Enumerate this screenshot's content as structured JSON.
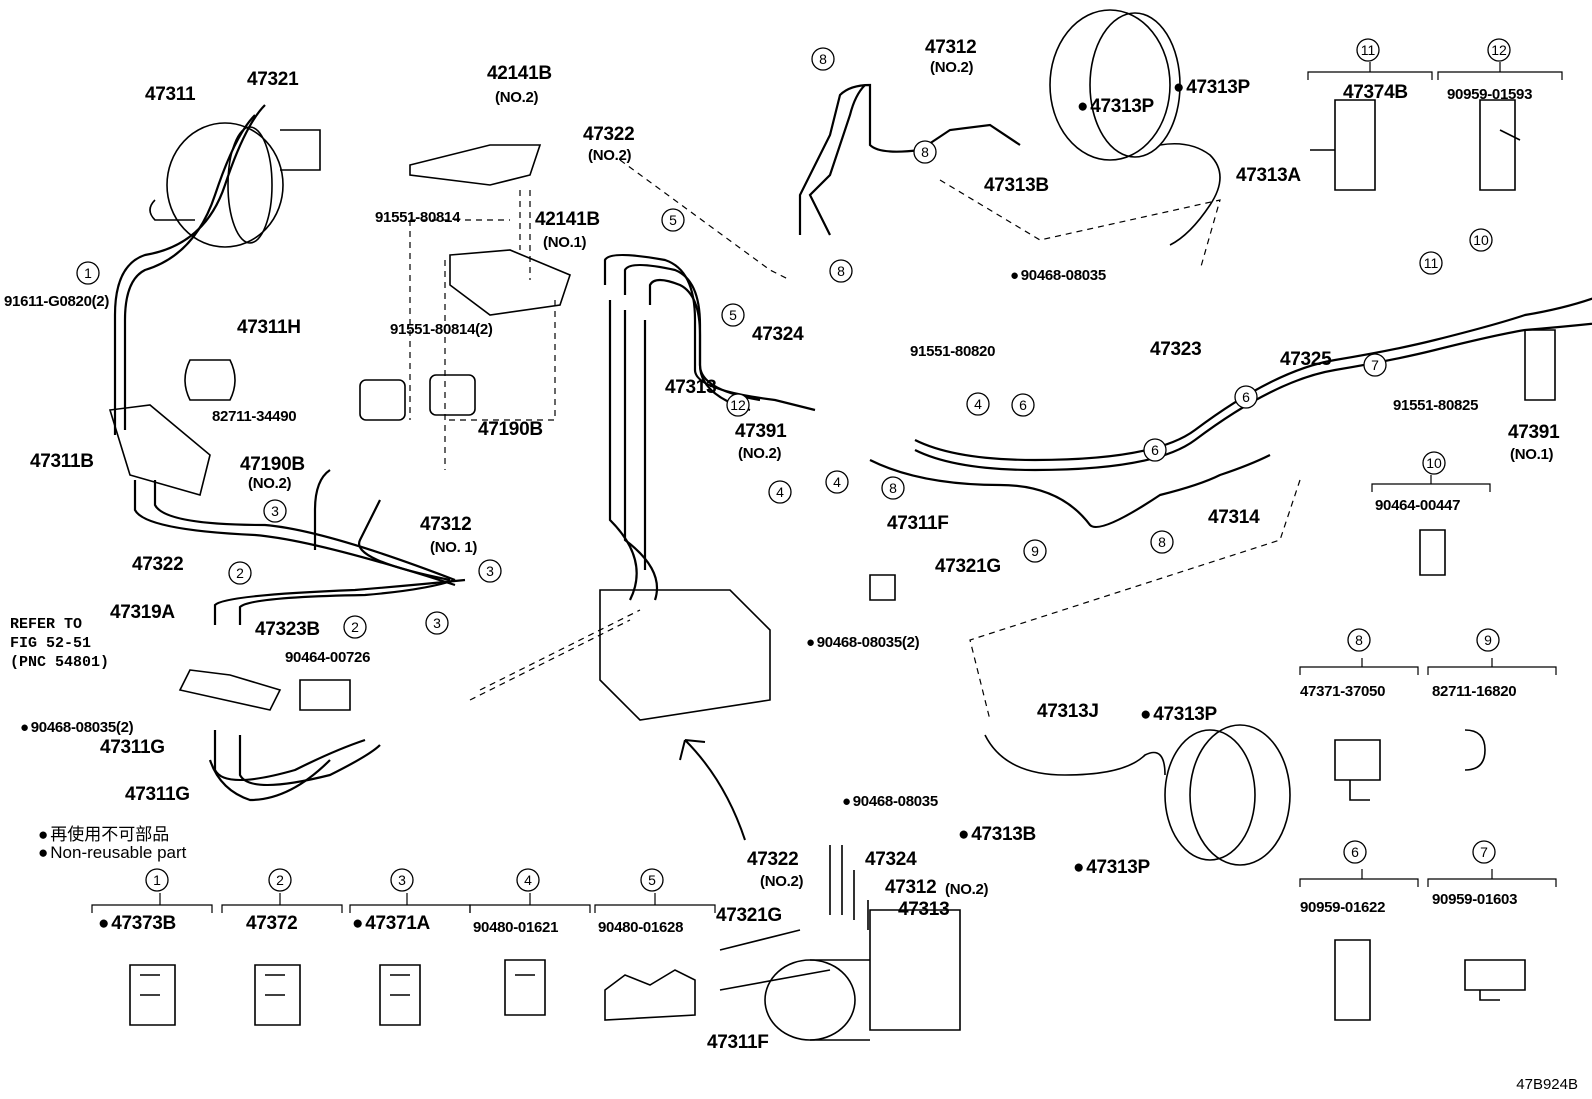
{
  "labels": {
    "l47311": "47311",
    "l47321": "47321",
    "l42141b_2": "42141B",
    "l42141b_2_sub": "(NO.2)",
    "l91551_80814": "91551-80814",
    "l42141b_1": "42141B",
    "l42141b_1_sub": "(NO.1)",
    "l91611": "91611-G0820(2)",
    "l47311h": "47311H",
    "l82711_34490": "82711-34490",
    "l91551_80814_2": "91551-80814(2)",
    "l47190b_2": "47190B",
    "l47190b_2_sub": "(NO.2)",
    "l47190b": "47190B",
    "l47311b": "47311B",
    "l47322_left": "47322",
    "l47312_no1": "47312",
    "l47312_no1_sub": "(NO. 1)",
    "l47319a": "47319A",
    "l47323b": "47323B",
    "l90464_00726": "90464-00726",
    "l90468_2_left": "90468-08035(2)",
    "l47311g_a": "47311G",
    "l47311g_b": "47311G",
    "l47322_no2": "47322",
    "l47322_no2_sub": "(NO.2)",
    "l47324": "47324",
    "l47313": "47313",
    "l47391_no2": "47391",
    "l47391_no2_sub": "(NO.2)",
    "l91551_80820": "91551-80820",
    "l47312_no2": "47312",
    "l47312_no2_sub": "(NO.2)",
    "l47313p_a": "47313P",
    "l47313p_b": "47313P",
    "l47313b_top": "47313B",
    "l47313a": "47313A",
    "l90468_top": "90468-08035",
    "l47374b": "47374B",
    "l90959_01593": "90959-01593",
    "l47323": "47323",
    "l47325": "47325",
    "l91551_80825": "91551-80825",
    "l47391_no1": "47391",
    "l47391_no1_sub": "(NO.1)",
    "l47314": "47314",
    "l47311f_mid": "47311F",
    "l47321g_mid": "47321G",
    "l90468_2_mid": "90468-08035(2)",
    "l90464_00447": "90464-00447",
    "l47313j": "47313J",
    "l47313p_c": "47313P",
    "l90468_bot": "90468-08035",
    "l47313b_bot": "47313B",
    "l47313p_d": "47313P",
    "l47371_37050": "47371-37050",
    "l82711_16820": "82711-16820",
    "l90959_01622": "90959-01622",
    "l90959_01603": "90959-01603",
    "l47322_bot": "47322",
    "l47322_bot_sub": "(NO.2)",
    "l47324_bot": "47324",
    "l47312_bot": "47312",
    "l47312_bot_sub": "(NO.2)",
    "l47313_bot": "47313",
    "l47321g_bot": "47321G",
    "l47311f_bot": "47311F",
    "l47373b": "47373B",
    "l47372": "47372",
    "l47371a": "47371A",
    "l90480_01621": "90480-01621",
    "l90480_01628": "90480-01628"
  },
  "reference": "REFER TO\nFIG 52-51\n(PNC 54801)",
  "legend": {
    "japanese": "再使用不可部品",
    "english": "Non-reusable part"
  },
  "figure_code": "47B924B",
  "callout_numbers": [
    "1",
    "2",
    "3",
    "4",
    "5",
    "6",
    "7",
    "8",
    "9",
    "10",
    "11",
    "12"
  ]
}
